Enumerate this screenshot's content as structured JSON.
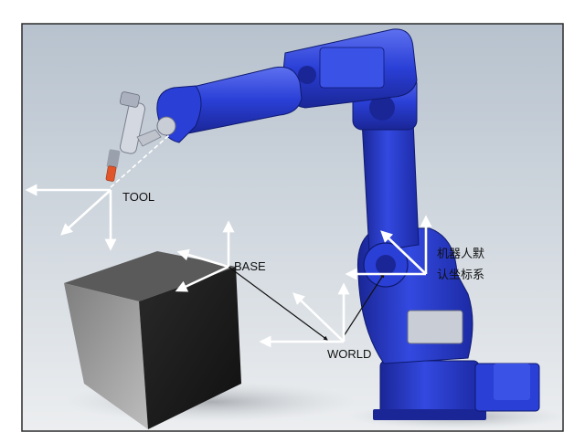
{
  "labels": {
    "tool": "TOOL",
    "base": "BASE",
    "world": "WORLD",
    "robot_default_line1": "机器人默",
    "robot_default_line2": "认坐标系"
  },
  "colors": {
    "background_top": "#b9c4cf",
    "background_bottom": "#e6e9ec",
    "frame_border": "#2a2a2a",
    "robot_blue": "#2a3fd6",
    "robot_blue_dark": "#1a2696",
    "robot_blue_light": "#5d70f0",
    "axis_white": "#ffffff",
    "connector_line": "#111111",
    "cube_front": "#1e1e1e",
    "cube_left": "#9a9a9a",
    "cube_top": "#5a5a5a"
  }
}
